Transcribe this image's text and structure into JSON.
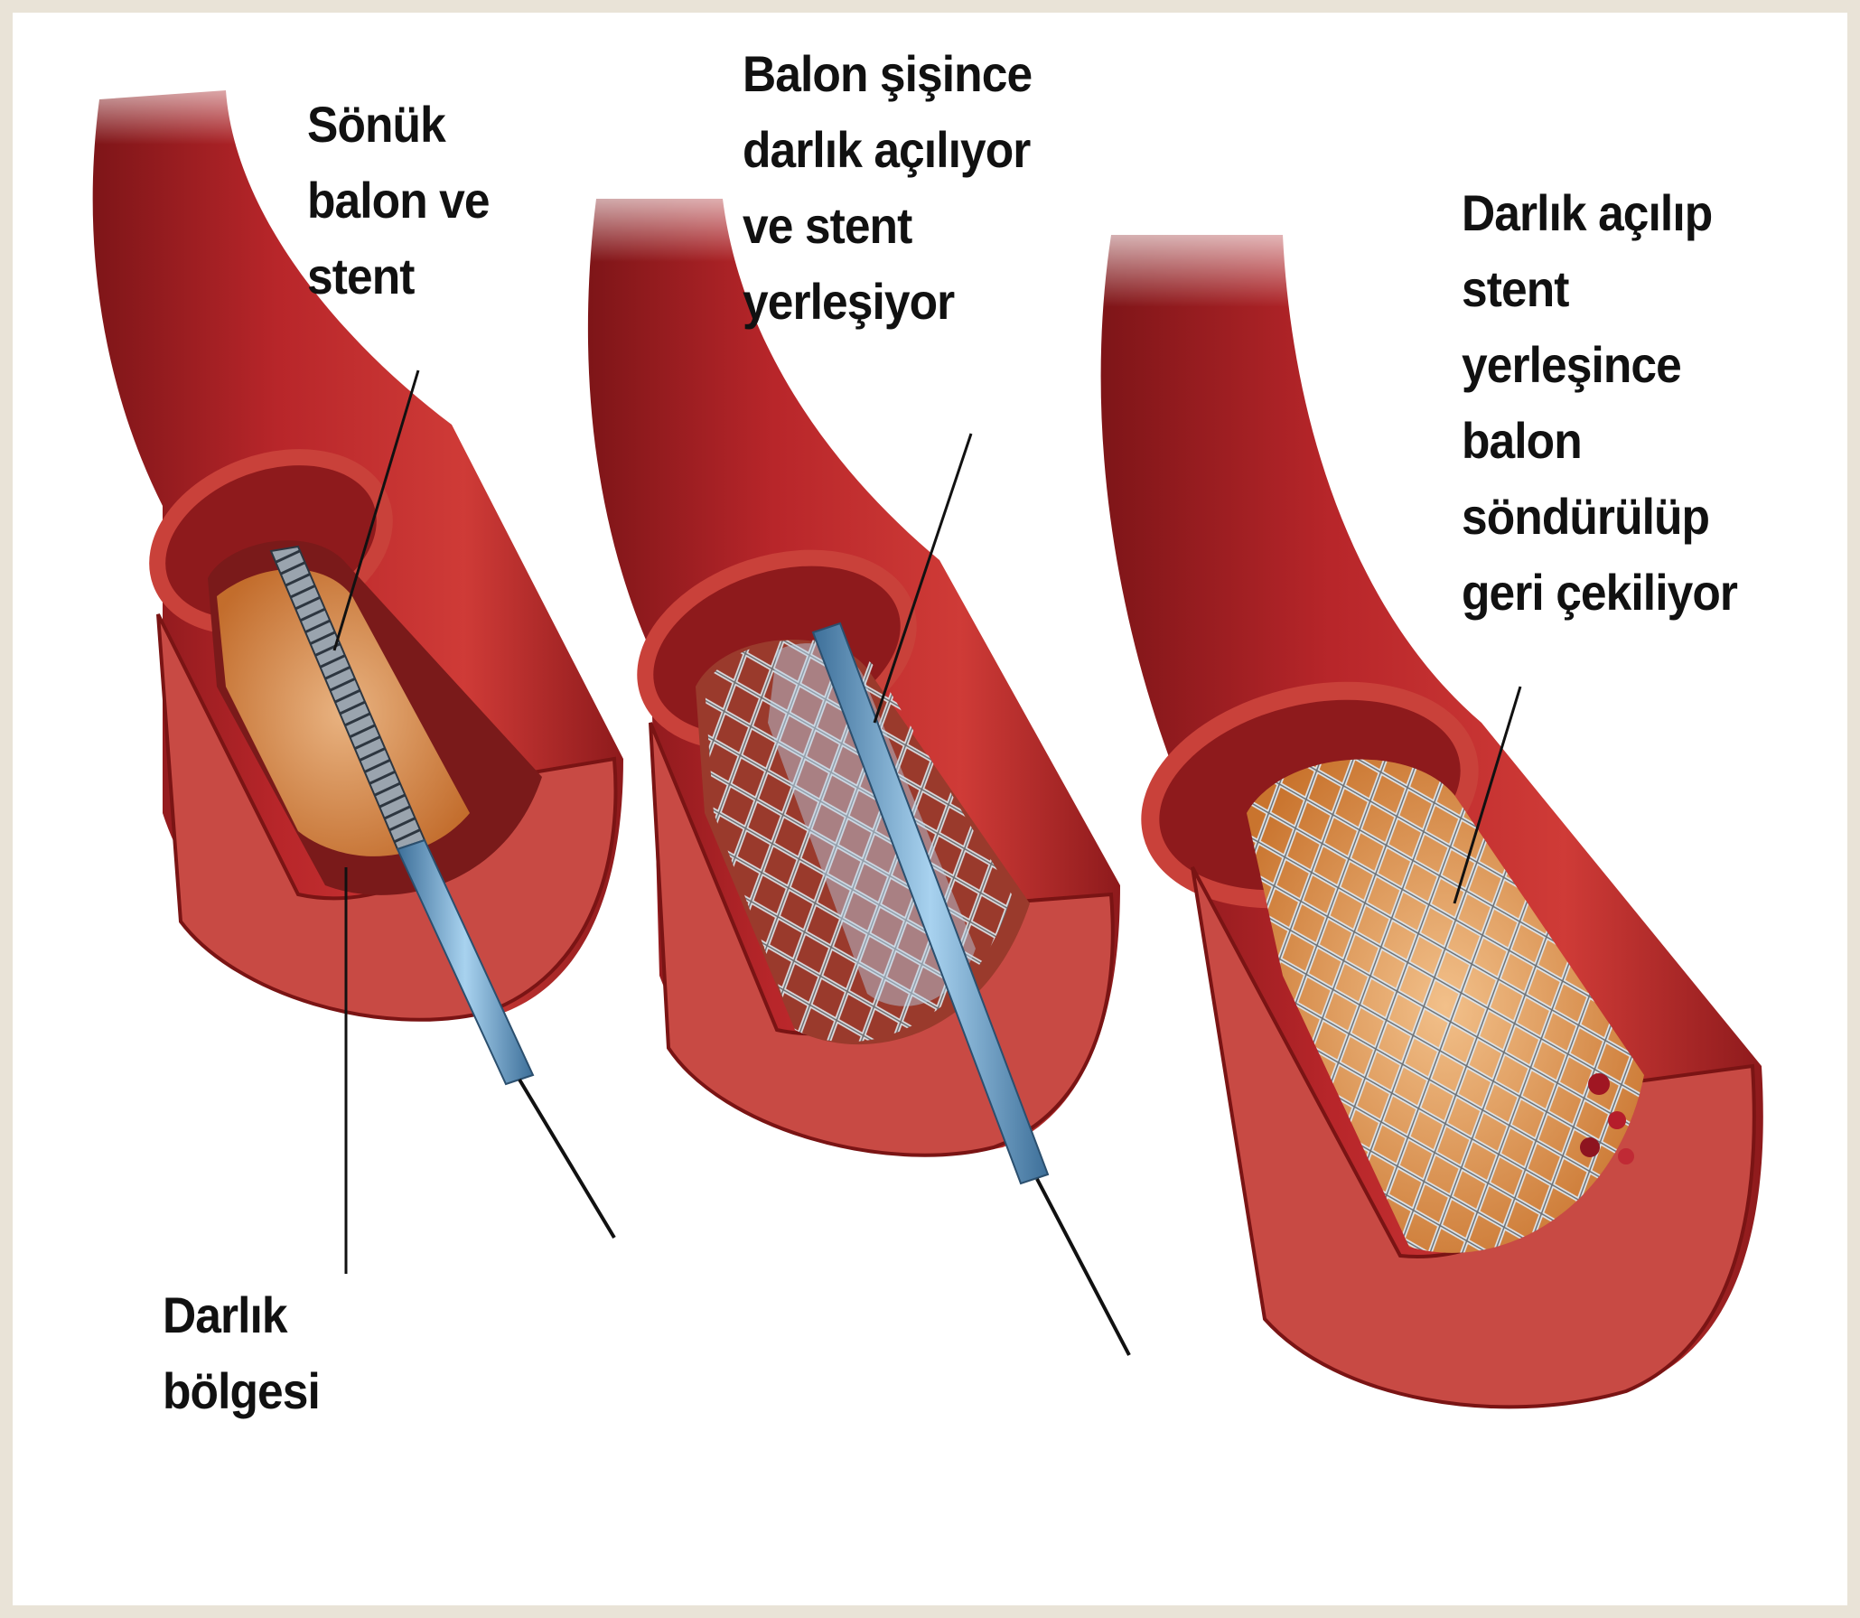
{
  "labels": {
    "deflated": {
      "lines": [
        "Sönük",
        "balon ve",
        "stent"
      ]
    },
    "inflated": {
      "lines": [
        "Balon şişince",
        "darlık açılıyor",
        "ve stent",
        "yerleşiyor"
      ]
    },
    "deployed": {
      "lines": [
        "Darlık açılıp",
        "stent",
        "yerleşince",
        "balon",
        "söndürülüp",
        "geri çekiliyor"
      ]
    },
    "narrowing": {
      "lines": [
        "Darlık",
        "bölgesi"
      ]
    }
  },
  "colors": {
    "vessel_outer": "#b8262a",
    "vessel_inner": "#d5574f",
    "lumen": "#6e1416",
    "plaque": "#e8a060",
    "stent": "#c9d0d6",
    "catheter": "#7fb3d8",
    "background": "#e9e3d7"
  }
}
